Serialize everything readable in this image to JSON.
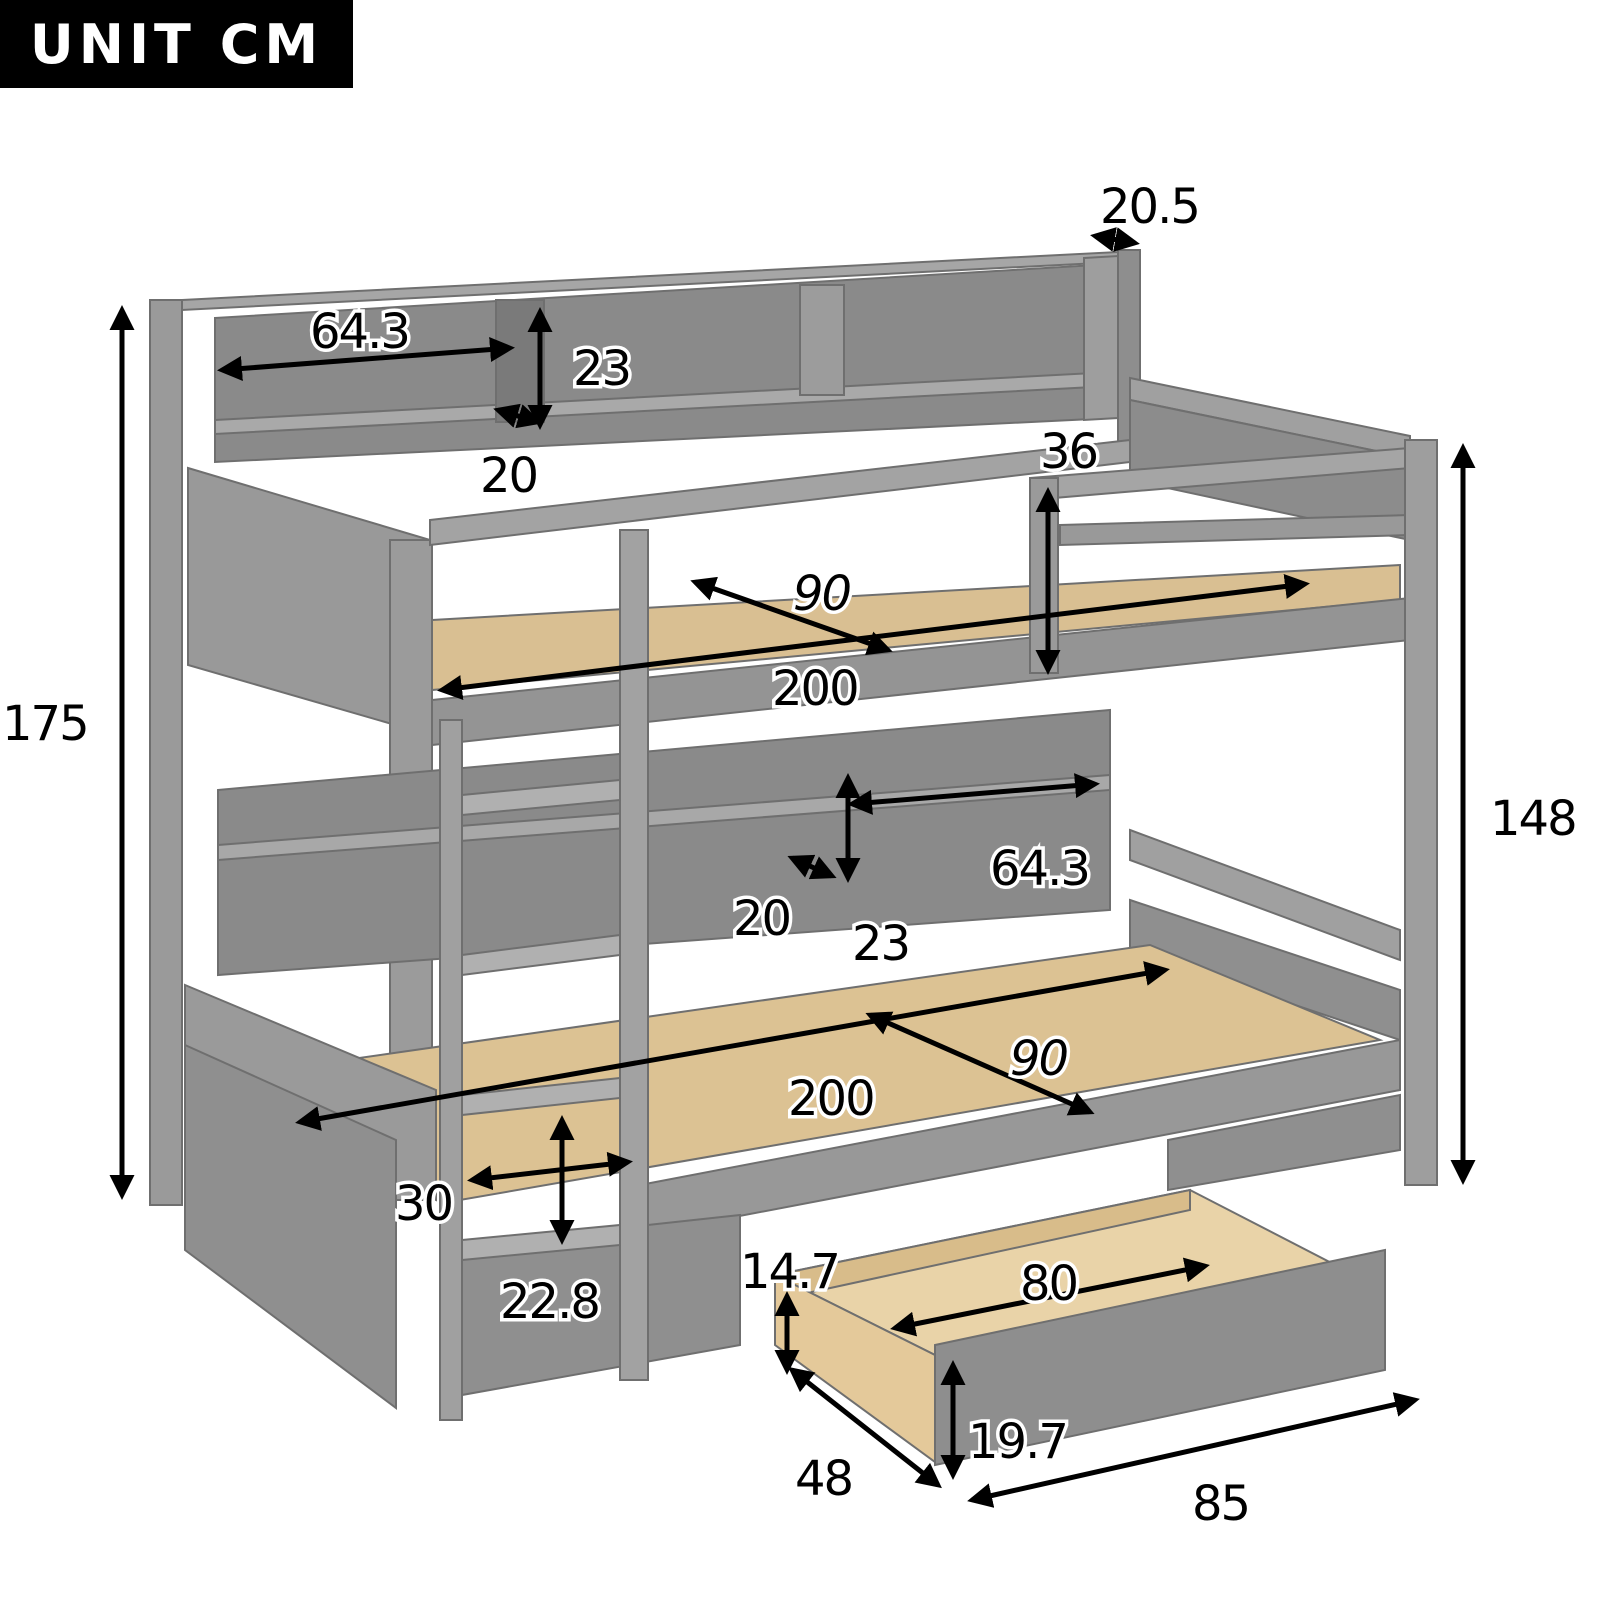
{
  "unit_label": "UNIT CM",
  "colors": {
    "frame": "#8e8e8e",
    "frame_dark": "#6f6f6f",
    "frame_light": "#a6a6a6",
    "slat": "#e2c79d",
    "drawer_wood": "#e9d3a8",
    "arrow": "#000000"
  },
  "dimensions": {
    "total_height": "175",
    "upper_guard_height": "148",
    "top_shelf_depth": "20.5",
    "top_shelf_width": "64.3",
    "top_shelf_height": "23",
    "top_shelf_depth_small": "20",
    "upper_rail_height": "36",
    "upper_bed_width": "90",
    "upper_bed_length": "200",
    "lower_shelf_width": "64.3",
    "lower_shelf_depth": "20",
    "lower_shelf_height": "23",
    "lower_bed_length": "200",
    "lower_bed_width": "90",
    "ladder_width": "30",
    "ladder_step": "22.8",
    "drawer_clearance": "14.7",
    "drawer_inner_length": "80",
    "drawer_height": "19.7",
    "drawer_depth": "48",
    "drawer_length": "85"
  }
}
